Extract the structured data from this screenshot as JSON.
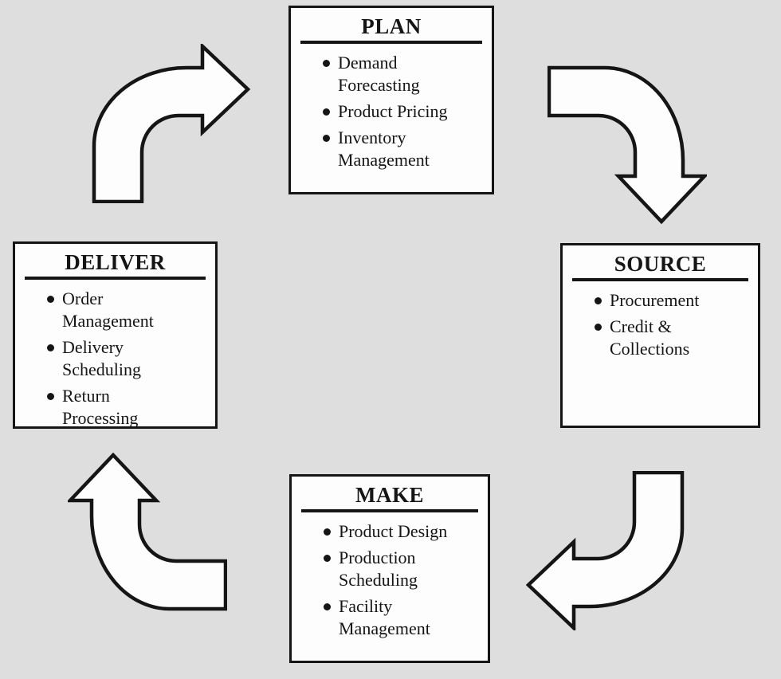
{
  "colors": {
    "bg": "#dedede",
    "ink": "#151515",
    "paper": "#fdfdfd"
  },
  "diagram": {
    "boxes": {
      "plan": {
        "title": "PLAN",
        "bullets": [
          "Demand\nForecasting",
          "Product Pricing",
          "Inventory\nManagement"
        ]
      },
      "source": {
        "title": "SOURCE",
        "bullets": [
          "Procurement",
          "Credit &\nCollections"
        ]
      },
      "make": {
        "title": "MAKE",
        "bullets": [
          "Product Design",
          "Production\nScheduling",
          "Facility\nManagement"
        ]
      },
      "deliver": {
        "title": "DELIVER",
        "bullets": [
          "Order\nManagement",
          "Delivery\nScheduling",
          "Return\nProcessing"
        ]
      }
    },
    "arrows": [
      {
        "from": "deliver",
        "to": "plan",
        "points": "right"
      },
      {
        "from": "plan",
        "to": "source",
        "points": "down"
      },
      {
        "from": "source",
        "to": "make",
        "points": "left"
      },
      {
        "from": "make",
        "to": "deliver",
        "points": "up"
      }
    ],
    "icons": {
      "bullet": "filled-circle"
    }
  }
}
